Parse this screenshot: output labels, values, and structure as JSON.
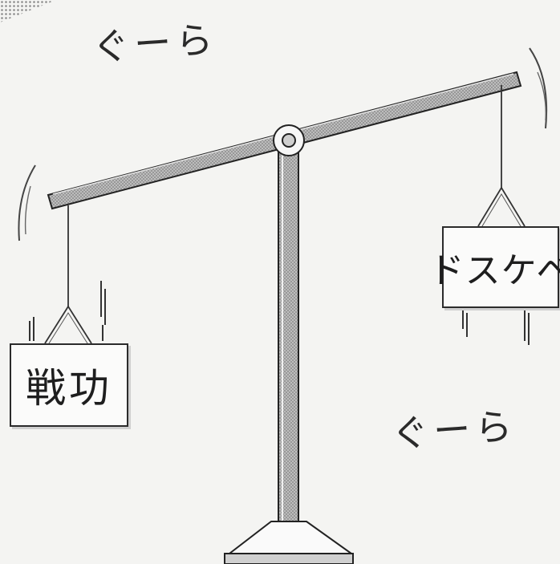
{
  "sound_effects": {
    "top": "ぐーら",
    "bottom": "ぐーら"
  },
  "signs": {
    "left": "戦功",
    "right": "ドスケベ"
  },
  "colors": {
    "background": "#f4f4f2",
    "ink": "#2b2b2b",
    "screentone": "#9a9a9a",
    "paper": "#fbfbfa"
  },
  "icons": {
    "fulcrum": "pivot-ring-icon"
  }
}
